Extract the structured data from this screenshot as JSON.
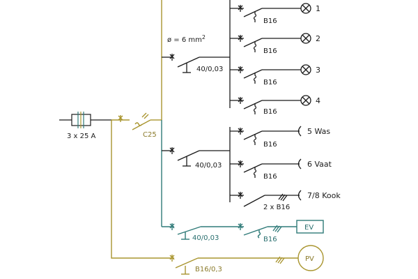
{
  "colors": {
    "black": "#1a1a1a",
    "gold": "#a9952f",
    "teal": "#2f7a78"
  },
  "main": {
    "breaker_label": "3 x 25 A",
    "c25_label": "C25"
  },
  "busbar": {
    "cable_prefix": "ø = 6 mm",
    "cable_exponent": "2"
  },
  "rcd_groups": [
    {
      "rcd_label": "40/0,03"
    },
    {
      "rcd_label": "40/0,03"
    }
  ],
  "circuits_group1": [
    {
      "breaker": "B16",
      "label": "1",
      "load": "lamp"
    },
    {
      "breaker": "B16",
      "label": "2",
      "load": "lamp"
    },
    {
      "breaker": "B16",
      "label": "3",
      "load": "lamp"
    },
    {
      "breaker": "B16",
      "label": "4",
      "load": "lamp"
    }
  ],
  "circuits_group2": [
    {
      "breaker": "B16",
      "label": "5 Was",
      "load": "socket"
    },
    {
      "breaker": "B16",
      "label": "6 Vaat",
      "load": "socket"
    },
    {
      "breaker": "2 x B16",
      "label": "7/8 Kook",
      "load": "socket"
    }
  ],
  "ev_circuit": {
    "rcd_label": "40/0,03",
    "breaker": "B16",
    "load_label": "EV"
  },
  "pv_circuit": {
    "breaker": "B16/0,3",
    "load_label": "PV"
  }
}
